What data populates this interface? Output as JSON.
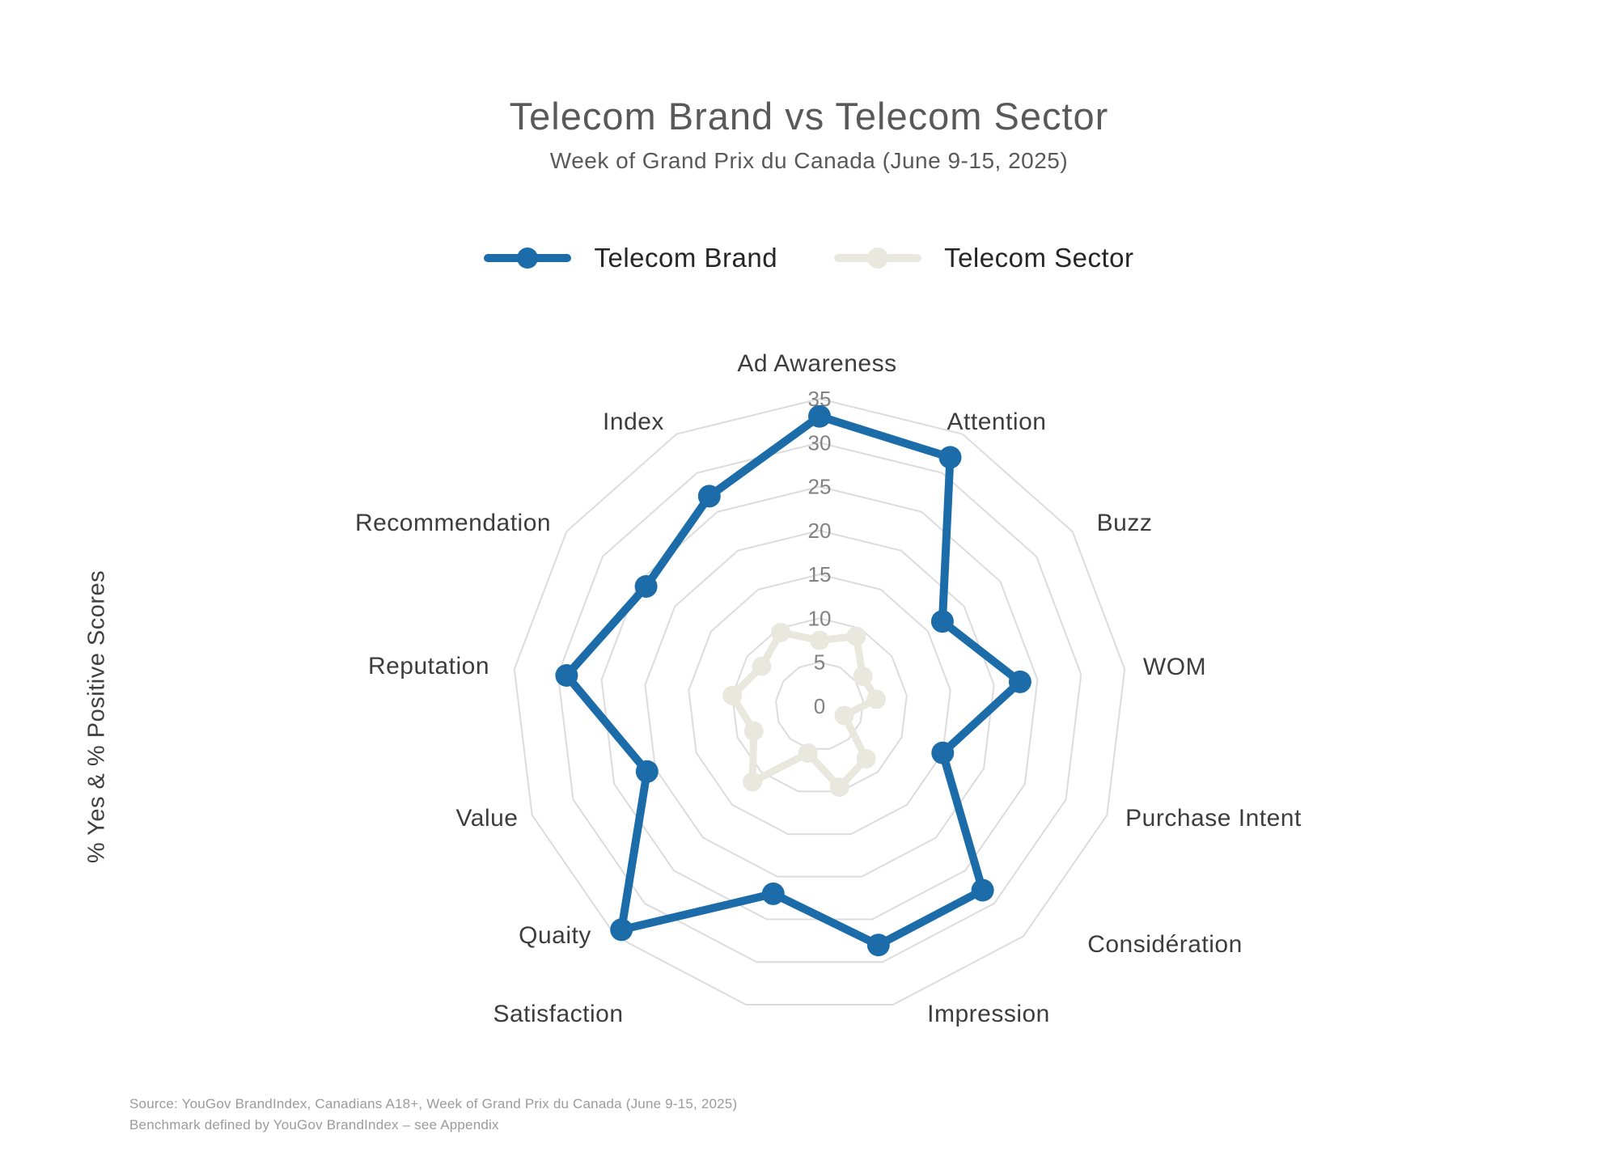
{
  "header": {
    "title": "Telecom Brand vs Telecom Sector",
    "subtitle": "Week of Grand Prix du Canada (June 9-15, 2025)"
  },
  "y_axis_label": "% Yes & % Positive Scores",
  "footer": {
    "line1": "Source: YouGov BrandIndex, Canadians A18+, Week of Grand Prix du Canada (June 9-15, 2025)",
    "line2": "Benchmark defined by YouGov BrandIndex – see Appendix"
  },
  "chart_data": {
    "type": "radar",
    "title": "Telecom Brand vs Telecom Sector",
    "categories": [
      "Ad Awareness",
      "Attention",
      "Buzz",
      "WOM",
      "Purchase Intent",
      "Considération",
      "Impression",
      "Satisfaction",
      "Quaity",
      "Value",
      "Reputation",
      "Recommendation",
      "Index"
    ],
    "series": [
      {
        "name": "Telecom Brand",
        "color": "#1B6CA8",
        "values": [
          33,
          32,
          17,
          23,
          15,
          28,
          28,
          22,
          34,
          21,
          29,
          24,
          27
        ]
      },
      {
        "name": "Telecom Sector",
        "color": "#E9E8DE",
        "values": [
          7.5,
          9,
          6,
          6.5,
          3,
          8,
          9.5,
          5.5,
          11.5,
          8,
          10,
          8,
          9.5
        ]
      }
    ],
    "radial_ticks": [
      0,
      5,
      10,
      15,
      20,
      25,
      30,
      35
    ],
    "rlim": [
      0,
      35
    ],
    "grid": true,
    "grid_color": "#DCDCDC",
    "tick_label_color": "#828282",
    "category_label_color": "#3D3D3D",
    "legend_position": "top",
    "radial_axis_label": "% Yes & % Positive Scores"
  }
}
